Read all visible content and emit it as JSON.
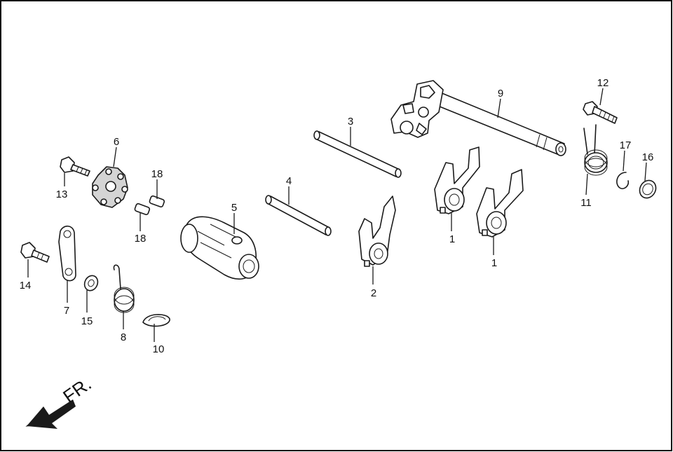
{
  "callouts": {
    "c1a": "1",
    "c1b": "1",
    "c2": "2",
    "c3": "3",
    "c4": "4",
    "c5": "5",
    "c6": "6",
    "c7": "7",
    "c8": "8",
    "c9": "9",
    "c10": "10",
    "c11": "11",
    "c12": "12",
    "c13": "13",
    "c14": "14",
    "c15": "15",
    "c16": "16",
    "c17": "17",
    "c18a": "18",
    "c18b": "18"
  },
  "direction": {
    "label": "FR."
  }
}
